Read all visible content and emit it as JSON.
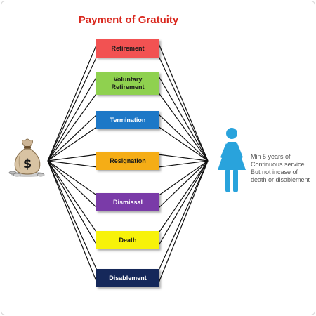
{
  "title": "Payment of Gratuity",
  "colors": {
    "title": "#d9261c",
    "connector": "#111111",
    "person": "#29a3dc"
  },
  "categories": [
    {
      "label": "Retirement",
      "bg": "#f25252",
      "fg": "#1a1a1a"
    },
    {
      "label": "Voluntary Retirement",
      "bg": "#8fd14f",
      "fg": "#1a1a1a"
    },
    {
      "label": "Termination",
      "bg": "#1d78c7",
      "fg": "#ffffff"
    },
    {
      "label": "Resignation",
      "bg": "#f5ad16",
      "fg": "#1a1a1a"
    },
    {
      "label": "Dismissal",
      "bg": "#7a3ba8",
      "fg": "#ffffff"
    },
    {
      "label": "Death",
      "bg": "#f7f20a",
      "fg": "#1a1a1a"
    },
    {
      "label": "Disablement",
      "bg": "#15285a",
      "fg": "#ffffff"
    }
  ],
  "eligibility_note": "Min 5 years of Continuous service. But not incase of death or disablement",
  "icons": {
    "left": "money-bag-icon",
    "right": "woman-person-icon"
  }
}
